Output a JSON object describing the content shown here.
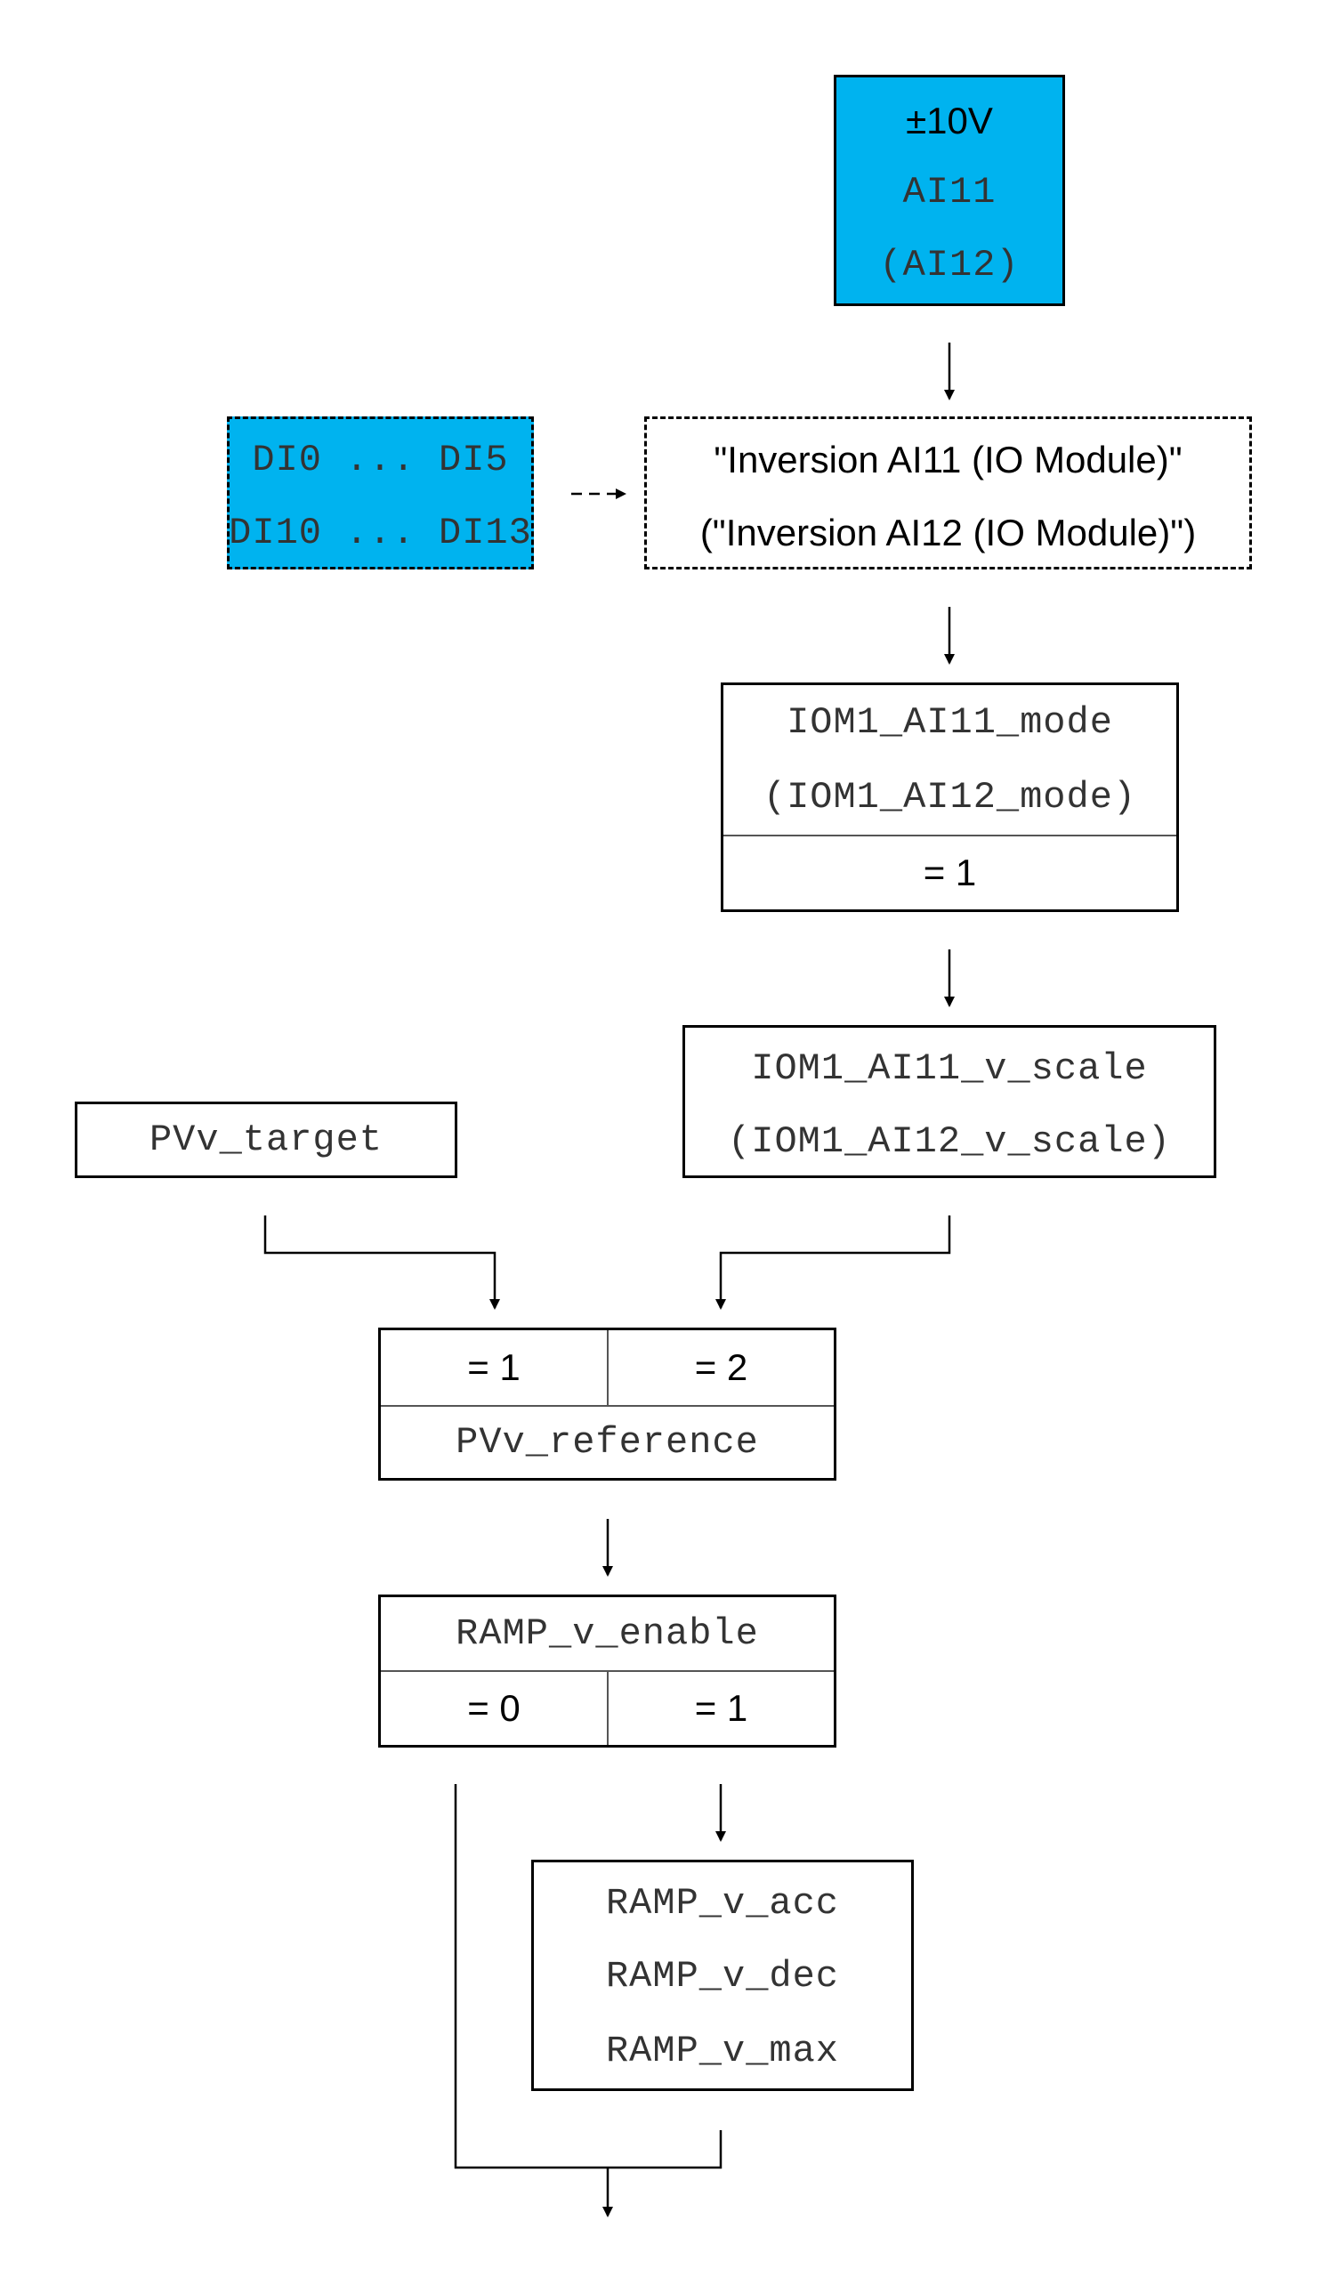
{
  "voltage_box": {
    "voltage": "±10V",
    "input_primary": "AI11",
    "input_alt": "(AI12)",
    "fill_color": "#00b3ef"
  },
  "digital_inputs_box": {
    "line1": "DI0 ... DI5",
    "line2": "DI10 ... DI13",
    "fill_color": "#00b3ef"
  },
  "inversion_box": {
    "line1": "\"Inversion AI11 (IO Module)\"",
    "line2": "(\"Inversion AI12 (IO Module)\")"
  },
  "mode_box": {
    "param": "IOM1_AI11_mode",
    "param_alt": "(IOM1_AI12_mode)",
    "value": "= 1"
  },
  "scale_box": {
    "param": "IOM1_AI11_v_scale",
    "param_alt": "(IOM1_AI12_v_scale)"
  },
  "target_box": {
    "param": "PVv_target"
  },
  "reference_box": {
    "option_a": "= 1",
    "option_b": "= 2",
    "param": "PVv_reference"
  },
  "ramp_enable_box": {
    "param": "RAMP_v_enable",
    "option_a": "= 0",
    "option_b": "= 1"
  },
  "ramp_params_box": {
    "acc": "RAMP_v_acc",
    "dec": "RAMP_v_dec",
    "max": "RAMP_v_max"
  }
}
